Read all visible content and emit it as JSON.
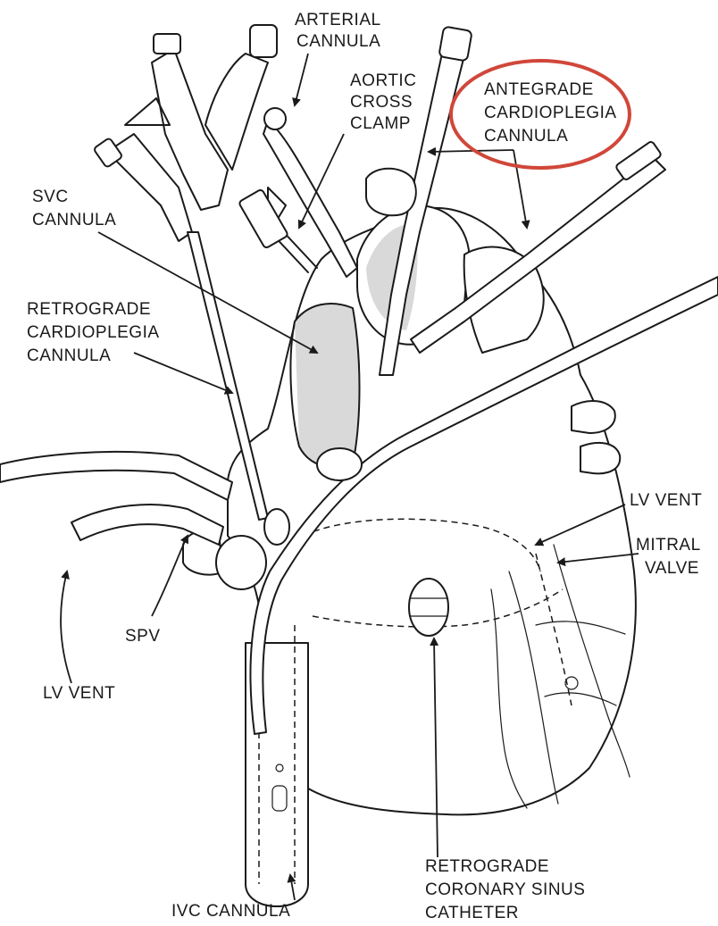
{
  "labels": {
    "arterial_cannula": [
      "ARTERIAL",
      "CANNULA"
    ],
    "aortic_cross_clamp": [
      "AORTIC",
      "CROSS",
      "CLAMP"
    ],
    "antegrade_cardioplegia_cannula": [
      "ANTEGRADE",
      "CARDIOPLEGIA",
      "CANNULA"
    ],
    "svc_cannula": [
      "SVC",
      "CANNULA"
    ],
    "retrograde_cardioplegia_cannula": [
      "RETROGRADE",
      "CARDIOPLEGIA",
      "CANNULA"
    ],
    "lv_vent_right": [
      "LV VENT"
    ],
    "mitral_valve": [
      "MITRAL",
      "VALVE"
    ],
    "spv": [
      "SPV"
    ],
    "lv_vent_left": [
      "LV VENT"
    ],
    "ivc_cannula": [
      "IVC CANNULA"
    ],
    "retrograde_coronary_sinus_catheter": [
      "RETROGRADE",
      "CORONARY SINUS",
      "CATHETER"
    ]
  },
  "colors": {
    "ink": "#1a1a1a",
    "highlight_circle": "#d0473a",
    "shading": "#d9d9d9"
  }
}
